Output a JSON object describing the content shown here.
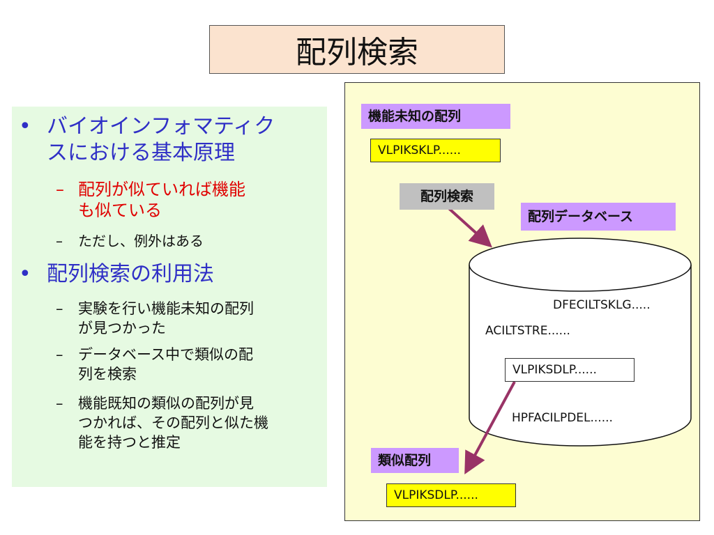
{
  "title": "配列検索",
  "left": {
    "bullet_marker": "•",
    "dash_marker": "–",
    "bullet1_line1": "バイオインフォマティク",
    "bullet1_line2": "スにおける基本原理",
    "sub1_line1": "配列が似ていれば機能",
    "sub1_line2": "も似ている",
    "sub2": "ただし、例外はある",
    "bullet2": "配列検索の利用法",
    "sub3_line1": "実験を行い機能未知の配列",
    "sub3_line2": "が見つかった",
    "sub4_line1": "データベース中で類似の配",
    "sub4_line2": "列を検索",
    "sub5_line1": "機能既知の類似の配列が見",
    "sub5_line2": "つかれば、その配列と似た機",
    "sub5_line3": "能を持つと推定"
  },
  "diagram": {
    "unknown_label": "機能未知の配列",
    "query_seq": "VLPIKSKLP......",
    "search_label": "配列検索",
    "db_label": "配列データベース",
    "db_seqs": [
      "DFECILTSKLG.....",
      "ACILTSTRE......",
      "VLPIKSDLP......",
      "HPFACILPDEL......"
    ],
    "similar_label": "類似配列",
    "result_seq": "VLPIKSDLP......",
    "colors": {
      "purple": "#cc99ff",
      "yellow": "#ffff00",
      "arrow": "#993366",
      "panel": "#fdfdd2"
    }
  }
}
